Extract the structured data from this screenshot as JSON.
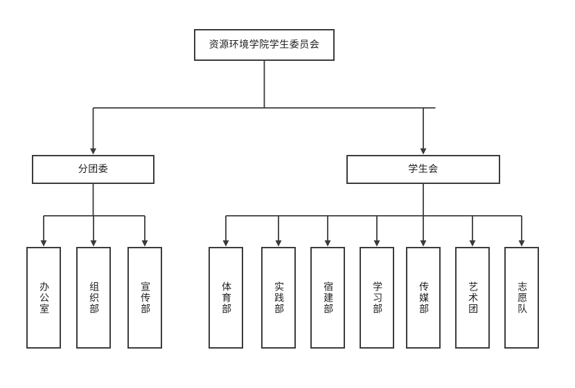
{
  "diagram": {
    "type": "organization-chart",
    "title_node": "资源环境学院学生委员会",
    "line_color": "#3a3a3a",
    "background_color": "#ffffff",
    "text_color": "#1c1c1c",
    "root": {
      "label": "资源环境学院学生委员会",
      "orientation": "horizontal"
    },
    "branches": [
      {
        "label": "分团委",
        "orientation": "horizontal",
        "children": [
          {
            "label": "办公室",
            "orientation": "vertical"
          },
          {
            "label": "组织部",
            "orientation": "vertical"
          },
          {
            "label": "宣传部",
            "orientation": "vertical"
          }
        ]
      },
      {
        "label": "学生会",
        "orientation": "horizontal",
        "children": [
          {
            "label": "体育部",
            "orientation": "vertical"
          },
          {
            "label": "实践部",
            "orientation": "vertical"
          },
          {
            "label": "宿建部",
            "orientation": "vertical"
          },
          {
            "label": "学习部",
            "orientation": "vertical"
          },
          {
            "label": "传媒部",
            "orientation": "vertical"
          },
          {
            "label": "艺术团",
            "orientation": "vertical"
          },
          {
            "label": "志愿队",
            "orientation": "vertical"
          }
        ]
      }
    ]
  }
}
